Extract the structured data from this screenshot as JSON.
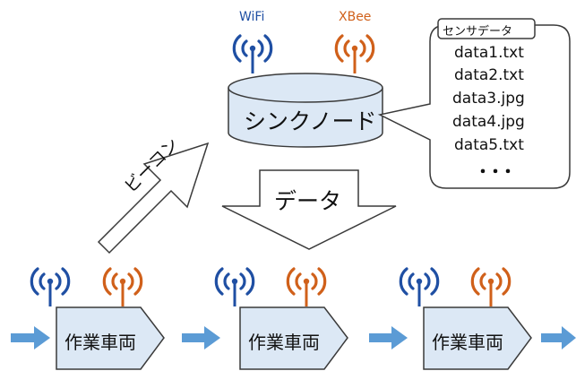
{
  "sink": {
    "label": "シンクノード",
    "antennas": [
      {
        "label": "WiFi",
        "color": "#1f4fa3"
      },
      {
        "label": "XBee",
        "color": "#d0601a"
      }
    ]
  },
  "callout": {
    "title": "センサデータ",
    "files": [
      "data1.txt",
      "data2.txt",
      "data3.jpg",
      "data4.jpg",
      "data5.txt"
    ],
    "more": "・・・"
  },
  "beacon_label": "ビーコン",
  "data_label": "データ",
  "vehicles": [
    {
      "label": "作業車両"
    },
    {
      "label": "作業車両"
    },
    {
      "label": "作業車両"
    }
  ],
  "colors": {
    "wifi": "#1f4fa3",
    "xbee": "#d0601a",
    "node_fill": "#dce8f5",
    "flow_arrow": "#5b9bd5",
    "outline": "#3a3a3a"
  }
}
